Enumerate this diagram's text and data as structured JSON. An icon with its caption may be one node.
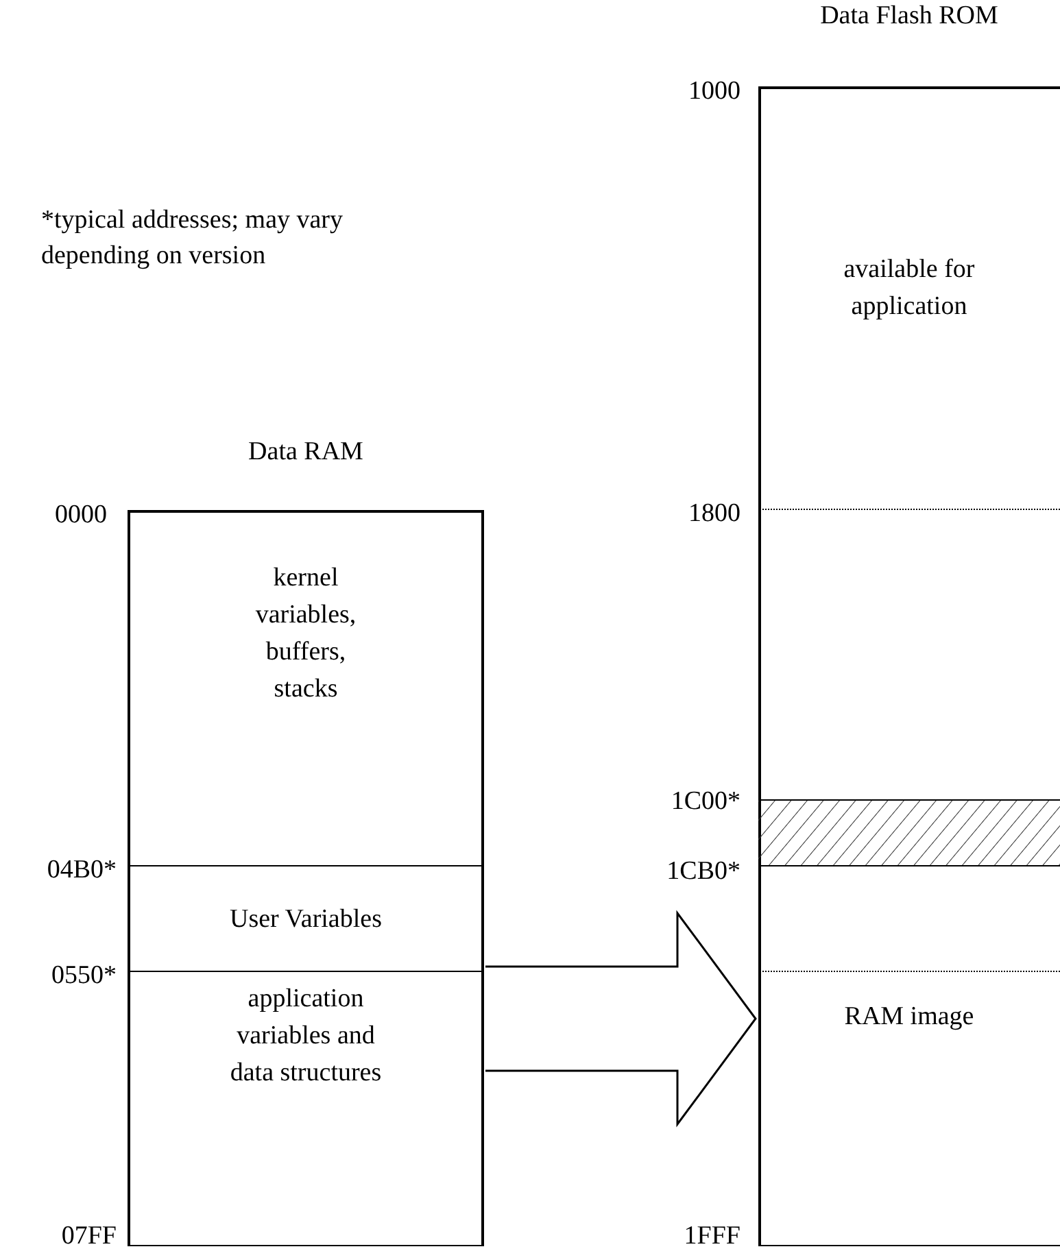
{
  "diagram": {
    "nodes": [
      {
        "text": [
          "Data RAM"
        ]
      },
      {
        "text": [
          "kernel variables, buffers, stacks"
        ],
        "in": 0
      },
      {
        "text": [
          "User Variables"
        ],
        "in": 0
      },
      {
        "text": [
          "application variables and data structures"
        ],
        "in": 0
      },
      {
        "text": [
          "Data Flash ROM"
        ]
      },
      {
        "text": [
          "available for application"
        ],
        "in": 4
      },
      {
        "text": [],
        "shape": "bar",
        "in": 4
      },
      {
        "text": [
          "RAM image"
        ],
        "in": 4
      }
    ],
    "edges": [
      {
        "from": 3,
        "to": 7,
        "arrow": "to"
      }
    ],
    "labels": [
      "1000",
      "*typical addresses; may vary depending on version",
      "1800",
      "0000",
      "1C00*",
      "04B0*",
      "1CB0*",
      "0550*",
      "07FF",
      "1FFF"
    ]
  }
}
